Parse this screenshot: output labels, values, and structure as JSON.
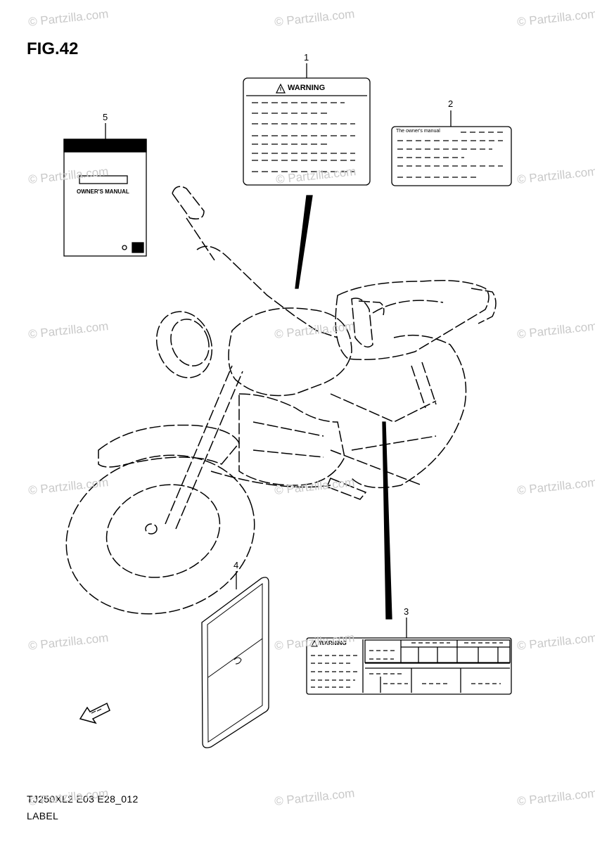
{
  "figure": {
    "title": "FIG.42"
  },
  "footer": {
    "model_code": "TJ250XL2 E03 E28_012",
    "section": "LABEL"
  },
  "parts": [
    {
      "number": "1",
      "label": "WARNING"
    },
    {
      "number": "2",
      "label": "The owner's manual"
    },
    {
      "number": "3",
      "label": "WARNING"
    },
    {
      "number": "4",
      "label": ""
    },
    {
      "number": "5",
      "label": "OWNER'S MANUAL"
    }
  ],
  "watermark": {
    "text": "© Partzilla.com"
  },
  "colors": {
    "line": "#000000",
    "watermark": "#c9c9c9",
    "background": "#ffffff"
  }
}
